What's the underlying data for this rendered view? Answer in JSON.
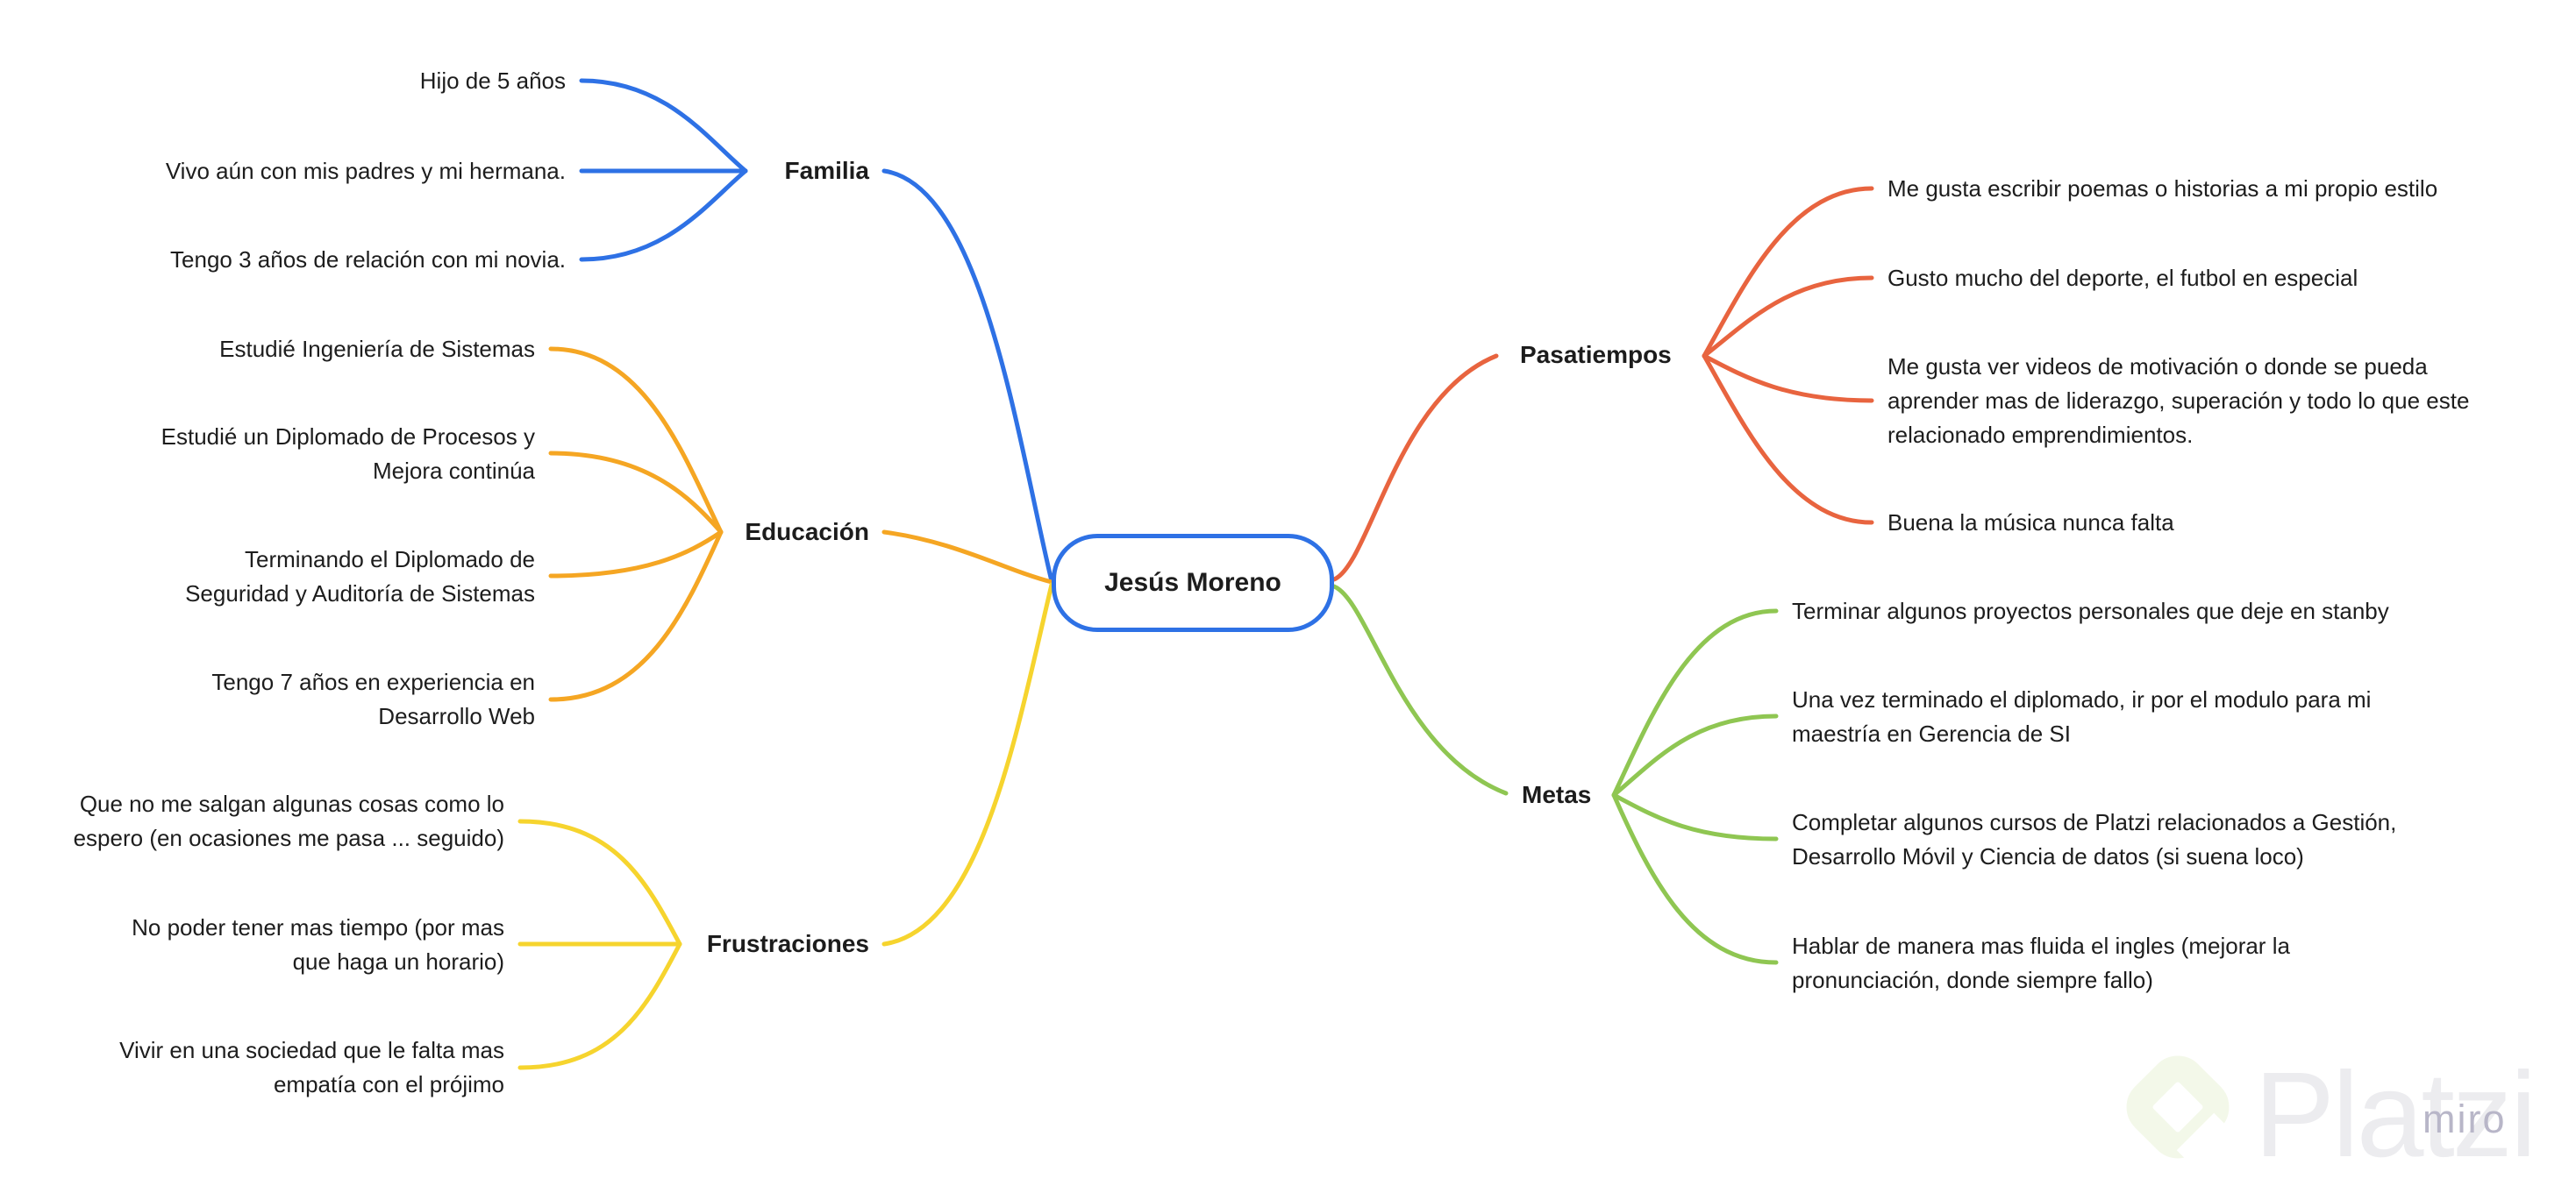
{
  "center": {
    "label": "Jesús Moreno",
    "border_color": "#2e71e5"
  },
  "text_color": "#1d1d1d",
  "background": "#ffffff",
  "branches": [
    {
      "label": "Familia",
      "color": "#2e71e5",
      "side": "left",
      "children": [
        "Hijo de 5 años",
        "Vivo aún con mis padres y mi hermana.",
        "Tengo 3 años de relación con mi novia."
      ]
    },
    {
      "label": "Educación",
      "color": "#f5a623",
      "side": "left",
      "children": [
        "Estudié Ingeniería de Sistemas",
        "Estudié un Diplomado de Procesos y\nMejora continúa",
        "Terminando el Diplomado de\nSeguridad y Auditoría de Sistemas",
        "Tengo 7 años en experiencia en\nDesarrollo Web"
      ]
    },
    {
      "label": "Frustraciones",
      "color": "#f6d42e",
      "side": "left",
      "children": [
        "Que no me salgan algunas cosas como lo\nespero (en ocasiones me pasa ... seguido)",
        "No poder tener mas tiempo (por mas\nque haga un horario)",
        "Vivir en una sociedad que le falta mas\nempatía con el prójimo"
      ]
    },
    {
      "label": "Pasatiempos",
      "color": "#e8643f",
      "side": "right",
      "children": [
        "Me gusta escribir poemas o historias a mi propio estilo",
        "Gusto mucho del deporte, el futbol en especial",
        "Me gusta ver videos de motivación o donde se pueda\naprender mas de liderazgo, superación y todo lo que este\nrelacionado emprendimientos.",
        "Buena la música nunca falta"
      ]
    },
    {
      "label": "Metas",
      "color": "#8fc652",
      "side": "right",
      "children": [
        "Terminar algunos proyectos personales que deje en stanby",
        "Una vez terminado el diplomado, ir por el modulo para mi\nmaestría en Gerencia de SI",
        "Completar algunos cursos de Platzi relacionados a Gestión,\nDesarrollo Móvil y Ciencia de datos (si suena loco)",
        "Hablar de manera mas fluida el ingles (mejorar la\npronunciación, donde siempre fallo)"
      ]
    }
  ],
  "watermarks": {
    "platzi_text": "Platzi",
    "miro_text": "miro",
    "platzi_logo_color": "#f3f8e9",
    "platzi_text_color": "#ececef",
    "miro_text_color": "#b8b6c8"
  }
}
